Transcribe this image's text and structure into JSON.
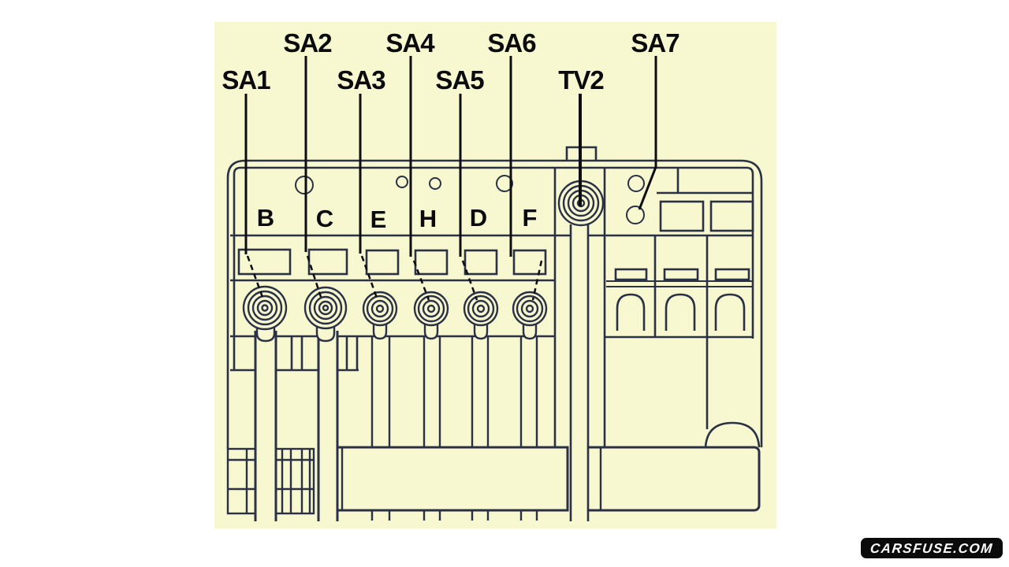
{
  "diagram": {
    "type": "fuse-box-terminal-diagram",
    "connector_labels": {
      "sa1": "SA1",
      "sa2": "SA2",
      "sa3": "SA3",
      "sa4": "SA4",
      "sa5": "SA5",
      "sa6": "SA6",
      "sa7": "SA7",
      "tv2": "TV2"
    },
    "terminal_letters": [
      "B",
      "C",
      "E",
      "H",
      "D",
      "F"
    ],
    "colors": {
      "canvas": "#ffffff",
      "paper": "#f7f7d0",
      "line": "#2a3145",
      "leader_line": "#0d0d12",
      "label_text": "#0b0b0e",
      "watermark_bg": "#0b0b0b",
      "watermark_text": "#ffffff"
    }
  },
  "watermark": {
    "text": "CARSFUSE.COM"
  }
}
